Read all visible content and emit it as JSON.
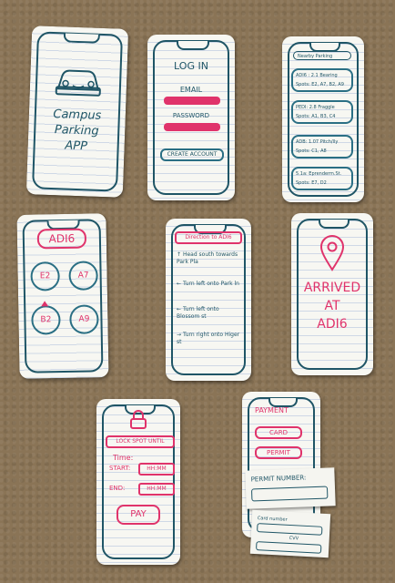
{
  "screen1": {
    "title_line1": "Campus",
    "title_line2": "Parking",
    "title_line3": "APP"
  },
  "screen2": {
    "title": "LOG IN",
    "email": "EMAIL",
    "password": "PASSWORD",
    "create": "CREATE ACCOUNT"
  },
  "screen3": {
    "search": "Nearby Parking",
    "items": [
      {
        "line1": "ADI6 : 2.1 Bearing",
        "line2": "Spots: E2, A7, B2, A9"
      },
      {
        "line1": "PEDI: 2.8 Fraggle",
        "line2": "Spots: A1, B3, C4"
      },
      {
        "line1": "ADB: 1.07 Pitch/lly",
        "line2": "Spots: C1, A8"
      },
      {
        "line1": "5.1a: Eprenderm.St.",
        "line2": "Spots: E7, D2"
      }
    ]
  },
  "screen4": {
    "title": "ADI6",
    "spots": [
      "E2",
      "A7",
      "B2",
      "A9"
    ]
  },
  "screen5": {
    "title": "Direction to ADI6",
    "steps": [
      "Head south towards Park Pla",
      "Turn left onto Park ln",
      "Turn left onto Blossom st",
      "Turn right onto Higer st"
    ]
  },
  "screen6": {
    "line1": "ARRIVED",
    "line2": "AT",
    "line3": "ADI6"
  },
  "screen7": {
    "title": "LOCK SPOT UNTIL",
    "time": "Time:",
    "start": "START:",
    "end": "END:",
    "hhmm": "HH:MM",
    "pay": "PAY"
  },
  "screen8": {
    "title": "PAYMENT",
    "card": "CARD",
    "permit": "PERMIT",
    "permit_number": "PERMIT NUMBER:",
    "card_number": "Card number",
    "cvv": "CVV"
  },
  "colors": {
    "teal": "#1f5566",
    "pink": "#e0336b",
    "paper": "#f7f7f2",
    "carpet": "#8a7456"
  }
}
